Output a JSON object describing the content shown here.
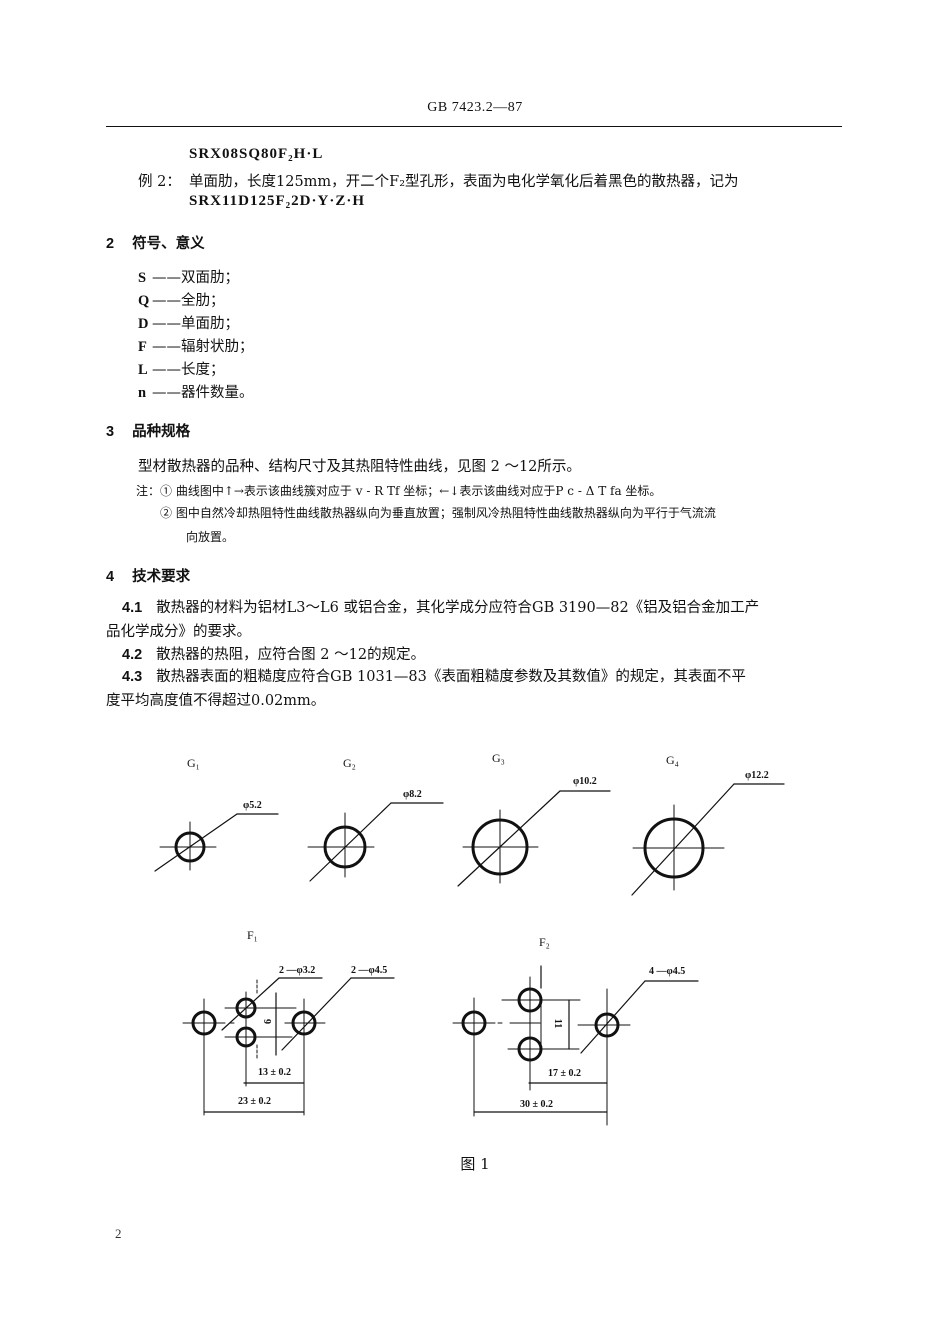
{
  "header": {
    "title": "GB 7423.2—87"
  },
  "examples": {
    "code_1": "SRX08SQ80F₂H·L",
    "example_2_label": "例 2：",
    "example_2_text": "单面肋，长度125mm，开二个F₂型孔形，表面为电化学氧化后着黑色的散热器，记为",
    "code_2": "SRX11D125F₂2D·Y·Z·H"
  },
  "section_2": {
    "number": "2",
    "title": "符号、意义",
    "symbols": [
      {
        "symbol": "S",
        "meaning": "——双面肋；"
      },
      {
        "symbol": "Q",
        "meaning": "——全肋；"
      },
      {
        "symbol": "D",
        "meaning": "——单面肋；"
      },
      {
        "symbol": "F",
        "meaning": "——辐射状肋；"
      },
      {
        "symbol": "L",
        "meaning": "——长度；"
      },
      {
        "symbol": "n",
        "meaning": "——器件数量。"
      }
    ]
  },
  "section_3": {
    "number": "3",
    "title": "品种规格",
    "paragraph": "型材散热器的品种、结构尺寸及其热阻特性曲线，见图 2 ～12所示。",
    "note_label": "注：",
    "note_1": "① 曲线图中↑→表示该曲线簇对应于 v - R Tf 坐标；←↓表示该曲线对应于P c - Δ T fa 坐标。",
    "note_2_line_1": "② 图中自然冷却热阻特性曲线散热器纵向为垂直放置；强制风冷热阻特性曲线散热器纵向为平行于气流流",
    "note_2_line_2": "向放置。"
  },
  "section_4": {
    "number": "4",
    "title": "技术要求",
    "items": [
      {
        "num": "4.1",
        "line_1": "散热器的材料为铝材L3～L6 或铝合金，其化学成分应符合GB 3190—82《铝及铝合金加工产",
        "line_2": "品化学成分》的要求。"
      },
      {
        "num": "4.2",
        "line_1": "散热器的热阻，应符合图 2 ～12的规定。"
      },
      {
        "num": "4.3",
        "line_1": "散热器表面的粗糙度应符合GB 1031—83《表面粗糙度参数及其数值》的规定，其表面不平",
        "line_2": "度平均高度值不得超过0.02mm。"
      }
    ]
  },
  "figure": {
    "caption": "图 1",
    "g_labels": [
      "G₁",
      "G₂",
      "G₃",
      "G₄"
    ],
    "g_diameters": [
      "φ5.2",
      "φ8.2",
      "φ10.2",
      "φ12.2"
    ],
    "f1": {
      "label": "F₁",
      "small_holes": "2 —φ3.2",
      "large_holes": "2 —φ4.5",
      "spacing_vertical": "6",
      "inner_dim": "13 ± 0.2",
      "outer_dim": "23 ± 0.2"
    },
    "f2": {
      "label": "F₂",
      "holes": "4 —φ4.5",
      "spacing_vertical": "11",
      "inner_dim": "17 ± 0.2",
      "outer_dim": "30 ± 0.2"
    }
  },
  "page_number": "2"
}
